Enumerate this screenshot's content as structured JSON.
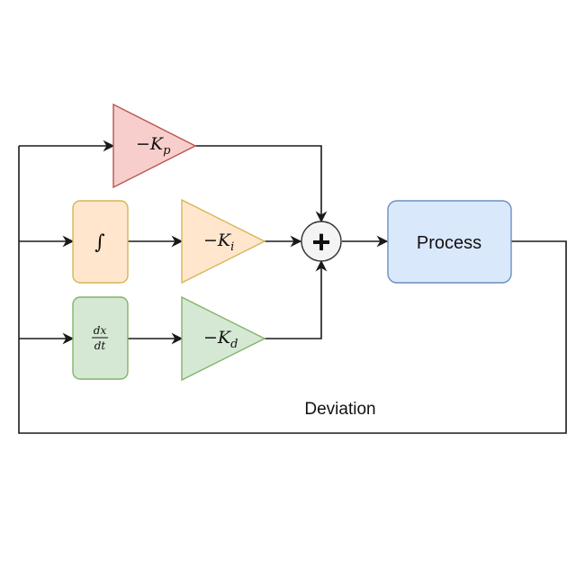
{
  "diagram": {
    "gains": {
      "kp": {
        "sign": "−",
        "symbol": "K",
        "subscript": "p"
      },
      "ki": {
        "sign": "−",
        "symbol": "K",
        "subscript": "i"
      },
      "kd": {
        "sign": "−",
        "symbol": "K",
        "subscript": "d"
      }
    },
    "integral_block": {
      "symbol": "∫"
    },
    "derivative_block": {
      "numerator": "dx",
      "denominator": "dt"
    },
    "sum_block": {
      "symbol": "+"
    },
    "process_block": {
      "label": "Process"
    },
    "feedback_label": "Deviation",
    "colors": {
      "proportional_fill": "#f8cecc",
      "proportional_stroke": "#b85450",
      "integral_fill": "#ffe6cc",
      "integral_stroke": "#d6b656",
      "derivative_fill": "#d5e8d4",
      "derivative_stroke": "#82b366",
      "process_fill": "#dae8fc",
      "process_stroke": "#6c8ebf",
      "line": "#1a1a1a"
    }
  }
}
